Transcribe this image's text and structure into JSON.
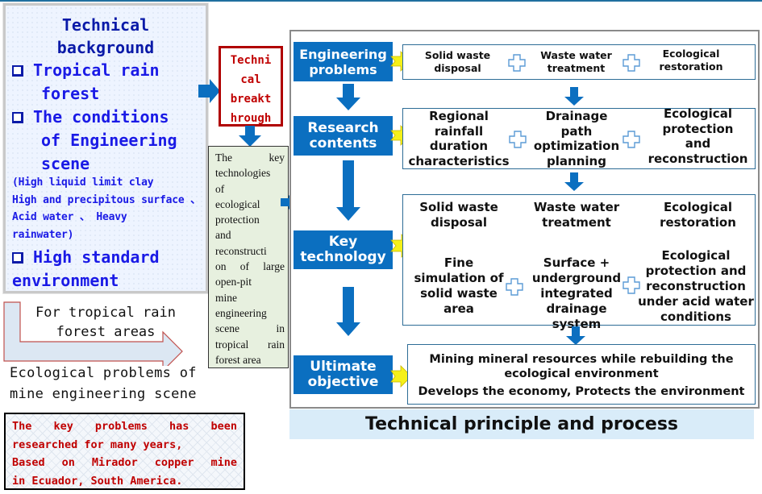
{
  "background_panel": {
    "title": [
      "Technical",
      "background"
    ],
    "items": [
      {
        "icon": "checkbox-icon",
        "lines": [
          "Tropical rain",
          "forest"
        ]
      },
      {
        "icon": "checkbox-icon",
        "lines": [
          "The conditions",
          "of Engineering",
          "scene"
        ]
      }
    ],
    "conditions": [
      "(High liquid limit clay",
      "High and precipitous surface 、",
      "Acid water 、 Heavy",
      "rainwater)"
    ],
    "last_item": {
      "icon": "checkbox-icon",
      "lines": [
        "High standard",
        "environment"
      ]
    }
  },
  "tropical_arrow": {
    "lines": [
      "For tropical rain",
      "forest areas"
    ]
  },
  "eco_problems": [
    "Ecological problems of",
    "mine engineering scene"
  ],
  "note": {
    "lines": [
      [
        "The",
        "key",
        "problems",
        "has",
        "been"
      ],
      [
        "researched for many years,"
      ],
      [
        "Based",
        "on",
        "Mirador",
        "copper",
        "mine"
      ],
      [
        "in Ecuador, South America."
      ]
    ]
  },
  "breakthrough": {
    "lines": [
      "Techni",
      "cal",
      "breakt",
      "hrough"
    ]
  },
  "key_technologies_box": {
    "lines": [
      [
        "The",
        "key"
      ],
      [
        "technologies"
      ],
      [
        "of"
      ],
      [
        "ecological"
      ],
      [
        "protection"
      ],
      [
        "and"
      ],
      [
        "reconstructi"
      ],
      [
        "on",
        "of",
        "large"
      ],
      [
        "open-pit"
      ],
      [
        "mine"
      ],
      [
        "engineering"
      ],
      [
        "scene",
        "in"
      ],
      [
        "tropical",
        "rain"
      ],
      [
        "forest area"
      ]
    ]
  },
  "process": {
    "stages": [
      {
        "label": [
          "Engineering",
          "problems"
        ]
      },
      {
        "label": [
          "Research",
          "contents"
        ]
      },
      {
        "label": [
          "Key",
          "technology"
        ]
      },
      {
        "label": [
          "Ultimate",
          "objective"
        ]
      }
    ],
    "engineering_problems": [
      [
        "Solid waste",
        "disposal"
      ],
      [
        "Waste water",
        "treatment"
      ],
      [
        "Ecological",
        "restoration"
      ]
    ],
    "research_contents": [
      [
        "Regional",
        "rainfall",
        "duration",
        "characteristics"
      ],
      [
        "Drainage",
        "path",
        "optimization",
        "planning"
      ],
      [
        "Ecological",
        "protection",
        "and",
        "reconstruction"
      ]
    ],
    "key_technology_headers": [
      [
        "Solid waste",
        "disposal"
      ],
      [
        "Waste water",
        "treatment"
      ],
      [
        "Ecological",
        "restoration"
      ]
    ],
    "key_technology_items": [
      [
        "Fine",
        "simulation of",
        "solid waste",
        "area"
      ],
      [
        "Surface +",
        "underground",
        "integrated",
        "drainage system"
      ],
      [
        "Ecological",
        "protection and",
        "reconstruction",
        "under acid  water",
        "conditions"
      ]
    ],
    "objective": [
      "Mining mineral resources while rebuilding the",
      "ecological environment",
      "Develops the economy, Protects the environment"
    ]
  },
  "caption": "Technical principle and process",
  "colors": {
    "stage_blue": "#0b6fc0",
    "arrow_yellow": "#f5f01a",
    "title_navy": "#0a1aa8",
    "item_blue": "#1a1ae6",
    "note_red": "#c00000",
    "caption_bg": "#d9ecf9",
    "green_box": "#e7f0df"
  }
}
